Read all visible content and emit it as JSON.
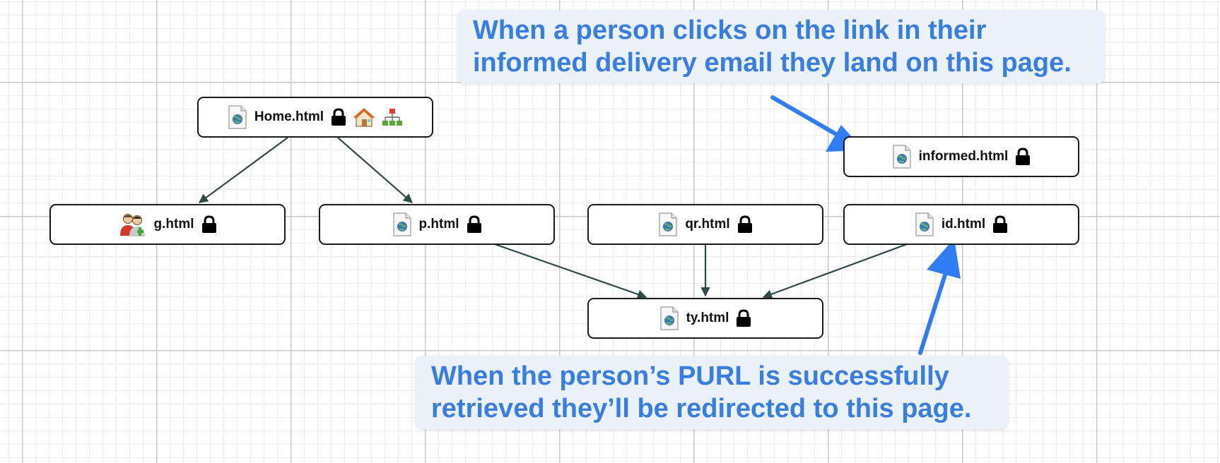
{
  "nodes": {
    "home": {
      "label": "Home.html"
    },
    "g": {
      "label": "g.html"
    },
    "p": {
      "label": "p.html"
    },
    "qr": {
      "label": "qr.html"
    },
    "id": {
      "label": "id.html"
    },
    "informed": {
      "label": "informed.html"
    },
    "ty": {
      "label": "ty.html"
    }
  },
  "edges": [
    {
      "from": "Home.html",
      "to": "g.html"
    },
    {
      "from": "Home.html",
      "to": "p.html"
    },
    {
      "from": "p.html",
      "to": "ty.html"
    },
    {
      "from": "qr.html",
      "to": "ty.html"
    },
    {
      "from": "id.html",
      "to": "ty.html"
    }
  ],
  "annotations": {
    "top": {
      "line1": "When a person clicks on the link in their",
      "line2": "informed delivery email they land on this page."
    },
    "bottom": {
      "line1": "When the person’s PURL is successfully",
      "line2": "retrieved they’ll be redirected to this page."
    }
  },
  "icons": {
    "page": "web-page-icon",
    "lock": "lock-icon",
    "home": "house-icon",
    "sitemap": "sitemap-icon",
    "group": "users-group-icon"
  },
  "colors": {
    "annotation_text": "#3a7de0",
    "annotation_bg": "#eaf1fb",
    "arrow": "#2f7cf6",
    "edge": "#2f4a48"
  }
}
